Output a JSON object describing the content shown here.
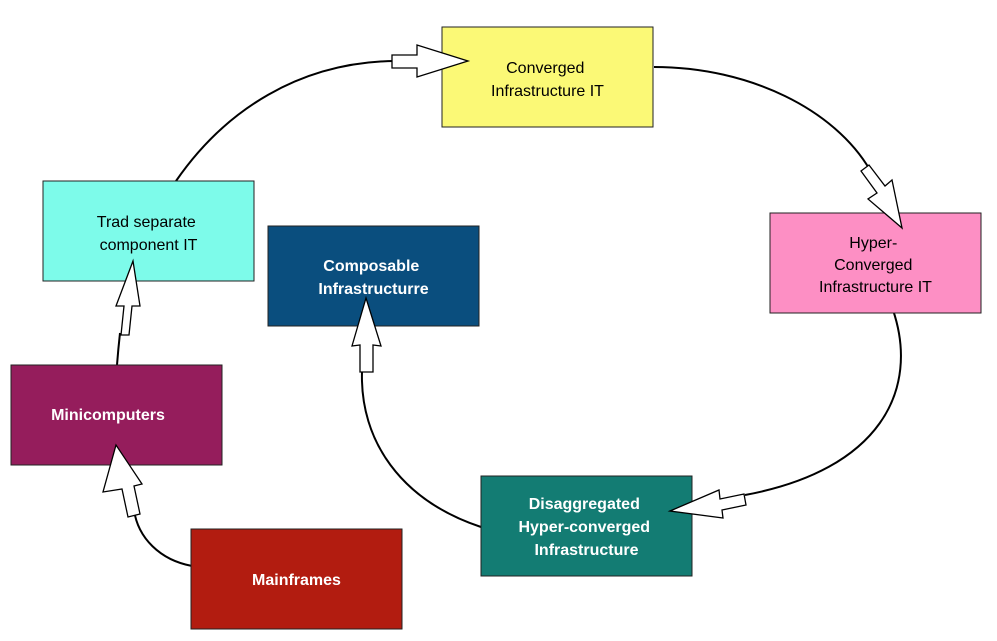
{
  "diagram": {
    "type": "cycle-flowchart",
    "nodes": [
      {
        "id": "mainframes",
        "label": "Mainframes",
        "lines": [
          "Mainframes"
        ],
        "fill": "#b21c10",
        "text_color": "#ffffff",
        "bold": true
      },
      {
        "id": "minicomputers",
        "label": "Minicomputers",
        "lines": [
          "Minicomputers"
        ],
        "fill": "#951d5c",
        "text_color": "#ffffff",
        "bold": true
      },
      {
        "id": "trad-separate-component-it",
        "label": "Trad separate component IT",
        "lines": [
          "Trad separate",
          "component IT"
        ],
        "fill": "#7dfbea",
        "text_color": "#000000",
        "bold": false
      },
      {
        "id": "converged-infrastructure-it",
        "label": "Converged Infrastructure IT",
        "lines": [
          "Converged",
          "Infrastructure IT"
        ],
        "fill": "#fbf976",
        "text_color": "#000000",
        "bold": false
      },
      {
        "id": "hyper-converged-infrastructure-it",
        "label": "Hyper-Converged Infrastructure IT",
        "lines": [
          "Hyper-",
          "Converged",
          "Infrastructure IT"
        ],
        "fill": "#fd8fc4",
        "text_color": "#000000",
        "bold": false
      },
      {
        "id": "disaggregated-hyper-converged-infrastructure",
        "label": "Disaggregated Hyper-converged Infrastructure",
        "lines": [
          "Disaggregated",
          "Hyper-converged",
          "Infrastructure"
        ],
        "fill": "#137c73",
        "text_color": "#ffffff",
        "bold": true
      },
      {
        "id": "composable-infrastructurre",
        "label": "Composable Infrastructurre",
        "lines": [
          "Composable",
          "Infrastructurre"
        ],
        "fill": "#0a4e7e",
        "text_color": "#ffffff",
        "bold": true
      }
    ],
    "edges": [
      {
        "from": "mainframes",
        "to": "minicomputers"
      },
      {
        "from": "minicomputers",
        "to": "trad-separate-component-it"
      },
      {
        "from": "trad-separate-component-it",
        "to": "converged-infrastructure-it"
      },
      {
        "from": "converged-infrastructure-it",
        "to": "hyper-converged-infrastructure-it"
      },
      {
        "from": "hyper-converged-infrastructure-it",
        "to": "disaggregated-hyper-converged-infrastructure"
      },
      {
        "from": "disaggregated-hyper-converged-infrastructure",
        "to": "composable-infrastructurre"
      }
    ],
    "colors": {
      "edge_stroke": "#000000",
      "arrow_fill": "#ffffff",
      "box_border": "#222222"
    }
  }
}
